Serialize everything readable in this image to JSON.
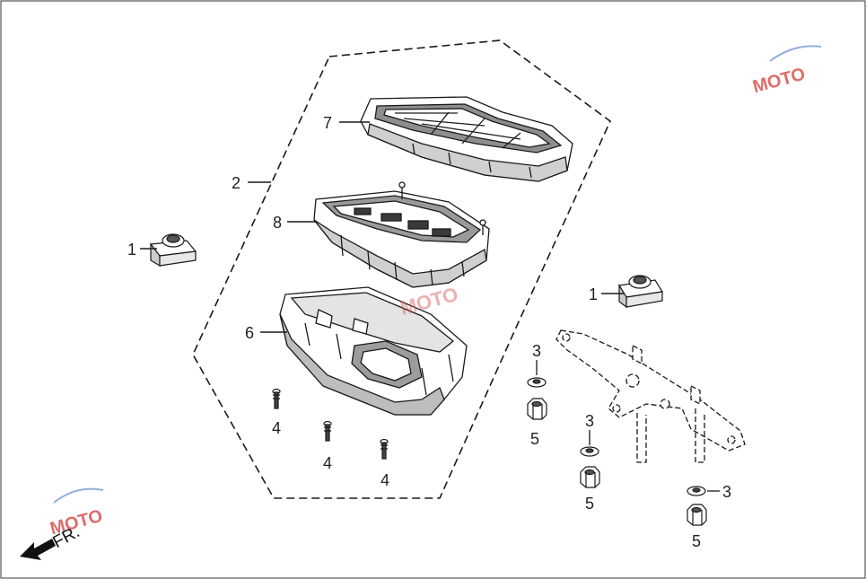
{
  "colors": {
    "line": "#1a1a1a",
    "part_fill": "#ffffff",
    "part_shade": "#9a9a9a",
    "watermark_red": "#d9534f",
    "watermark_blue": "#7ea0d8"
  },
  "callouts": {
    "bracket_nut_left": "1",
    "bracket_nut_right": "1",
    "meter_assembly": "2",
    "washer_a": "3",
    "washer_b": "3",
    "washer_c": "3",
    "screw_a": "4",
    "screw_b": "4",
    "screw_c": "4",
    "nut_a": "5",
    "nut_b": "5",
    "nut_c": "5",
    "lower_case": "6",
    "upper_cover": "7",
    "meter_body": "8"
  },
  "direction": {
    "label": "FR.",
    "icon": "front-arrow-icon"
  },
  "watermark": {
    "text": "MOTO",
    "icon": "gear-logo-icon"
  }
}
